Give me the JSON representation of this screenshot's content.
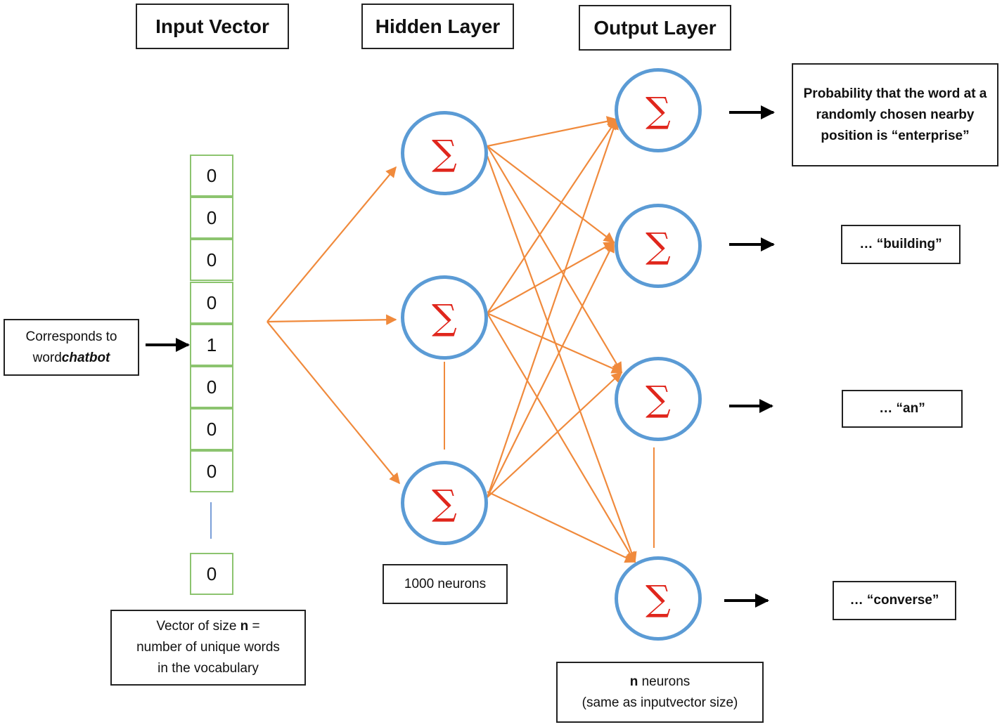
{
  "headers": {
    "input": "Input Vector",
    "hidden": "Hidden Layer",
    "output": "Output Layer"
  },
  "input": {
    "corresponds_line1": "Corresponds to",
    "corresponds_word": "word",
    "corresponds_emph": "chatbot",
    "cells": [
      "0",
      "0",
      "0",
      "0",
      "1",
      "0",
      "0",
      "0"
    ],
    "last_cell": "0",
    "size_line1_pre": "Vector of size ",
    "size_n": "n",
    "size_line1_post": " =",
    "size_line2": "number of unique words",
    "size_line3": "in the vocabulary"
  },
  "neuron_symbol": "∑",
  "hidden": {
    "count_label": "1000 neurons"
  },
  "output": {
    "count_n": "n",
    "count_line1_post": " neurons",
    "count_line2": "(same as inputvector size)",
    "labels": [
      "Probability that the word at a randomly chosen nearby position is “enterprise”",
      "… “building”",
      "… “an”",
      "… “converse”"
    ]
  },
  "colors": {
    "neuron_border": "#5b9bd5",
    "sigma": "#e0261c",
    "connection": "#f08a3c",
    "cell_border": "#8cc46f",
    "ellipsis_line": "#7b9fd8"
  }
}
